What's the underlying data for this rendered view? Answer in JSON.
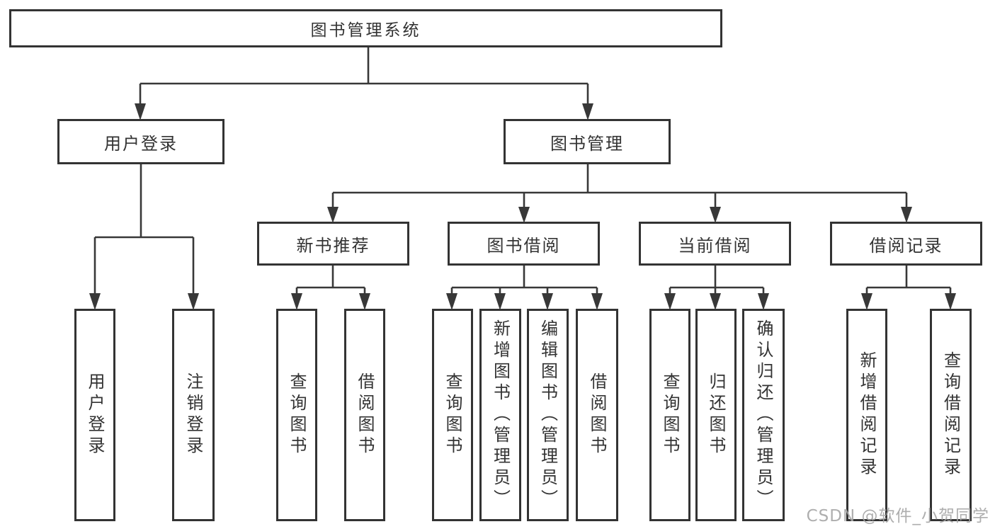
{
  "diagram": {
    "root": {
      "label": "图书管理系统"
    },
    "level2": [
      {
        "label": "用户登录"
      },
      {
        "label": "图书管理"
      }
    ],
    "level3": [
      {
        "label": "新书推荐",
        "parent": "图书管理"
      },
      {
        "label": "图书借阅",
        "parent": "图书管理"
      },
      {
        "label": "当前借阅",
        "parent": "图书管理"
      },
      {
        "label": "借阅记录",
        "parent": "图书管理"
      }
    ],
    "leaves": [
      {
        "label": "用户登录",
        "parent": "用户登录"
      },
      {
        "label": "注销登录",
        "parent": "用户登录"
      },
      {
        "label": "查询图书",
        "parent": "新书推荐"
      },
      {
        "label": "借阅图书",
        "parent": "新书推荐"
      },
      {
        "label": "查询图书",
        "parent": "图书借阅"
      },
      {
        "label": "新增图书（管理员）",
        "parent": "图书借阅"
      },
      {
        "label": "编辑图书（管理员）",
        "parent": "图书借阅"
      },
      {
        "label": "借阅图书",
        "parent": "图书借阅"
      },
      {
        "label": "查询图书",
        "parent": "当前借阅"
      },
      {
        "label": "归还图书",
        "parent": "当前借阅"
      },
      {
        "label": "确认归还（管理员）",
        "parent": "当前借阅"
      },
      {
        "label": "新增借阅记录",
        "parent": "借阅记录"
      },
      {
        "label": "查询借阅记录",
        "parent": "借阅记录"
      }
    ],
    "watermark": "CSDN @软件_小贺同学",
    "colors": {
      "line": "#383838",
      "border": "#333333",
      "text": "#333333",
      "watermark": "#a5a5a5",
      "background": "#ffffff"
    }
  }
}
